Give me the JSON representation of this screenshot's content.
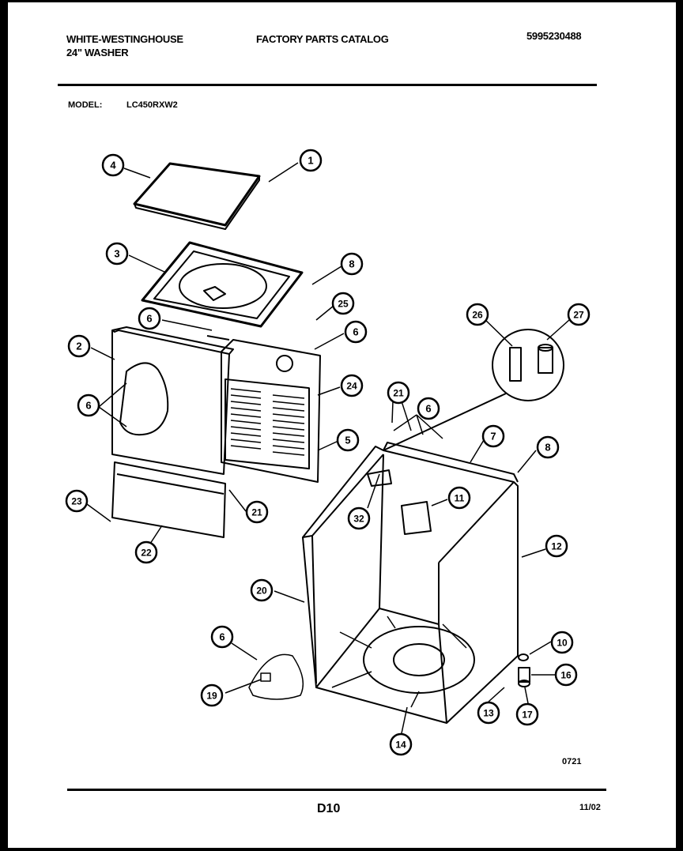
{
  "header": {
    "brand": "WHITE-WESTINGHOUSE",
    "product": "24\" WASHER",
    "catalog_title": "FACTORY PARTS CATALOG",
    "catalog_number": "5995230488",
    "model_label": "MODEL:",
    "model_value": "LC450RXW2"
  },
  "diagram": {
    "callouts": [
      {
        "id": "c4",
        "label": "4"
      },
      {
        "id": "c1",
        "label": "1"
      },
      {
        "id": "c3",
        "label": "3"
      },
      {
        "id": "c8a",
        "label": "8"
      },
      {
        "id": "c25",
        "label": "25"
      },
      {
        "id": "c6a",
        "label": "6"
      },
      {
        "id": "c6b",
        "label": "6"
      },
      {
        "id": "c2",
        "label": "2"
      },
      {
        "id": "c6c",
        "label": "6"
      },
      {
        "id": "c24",
        "label": "24"
      },
      {
        "id": "c5",
        "label": "5"
      },
      {
        "id": "c21a",
        "label": "21"
      },
      {
        "id": "c23",
        "label": "23"
      },
      {
        "id": "c22",
        "label": "22"
      },
      {
        "id": "c26",
        "label": "26"
      },
      {
        "id": "c27",
        "label": "27"
      },
      {
        "id": "c21b",
        "label": "21"
      },
      {
        "id": "c6d",
        "label": "6"
      },
      {
        "id": "c7",
        "label": "7"
      },
      {
        "id": "c8b",
        "label": "8"
      },
      {
        "id": "c32",
        "label": "32"
      },
      {
        "id": "c11",
        "label": "11"
      },
      {
        "id": "c12",
        "label": "12"
      },
      {
        "id": "c20",
        "label": "20"
      },
      {
        "id": "c6e",
        "label": "6"
      },
      {
        "id": "c19",
        "label": "19"
      },
      {
        "id": "c10",
        "label": "10"
      },
      {
        "id": "c16",
        "label": "16"
      },
      {
        "id": "c13",
        "label": "13"
      },
      {
        "id": "c17",
        "label": "17"
      },
      {
        "id": "c14",
        "label": "14"
      }
    ],
    "illustration_code": "0721"
  },
  "footer": {
    "page_code": "D10",
    "date": "11/02"
  }
}
